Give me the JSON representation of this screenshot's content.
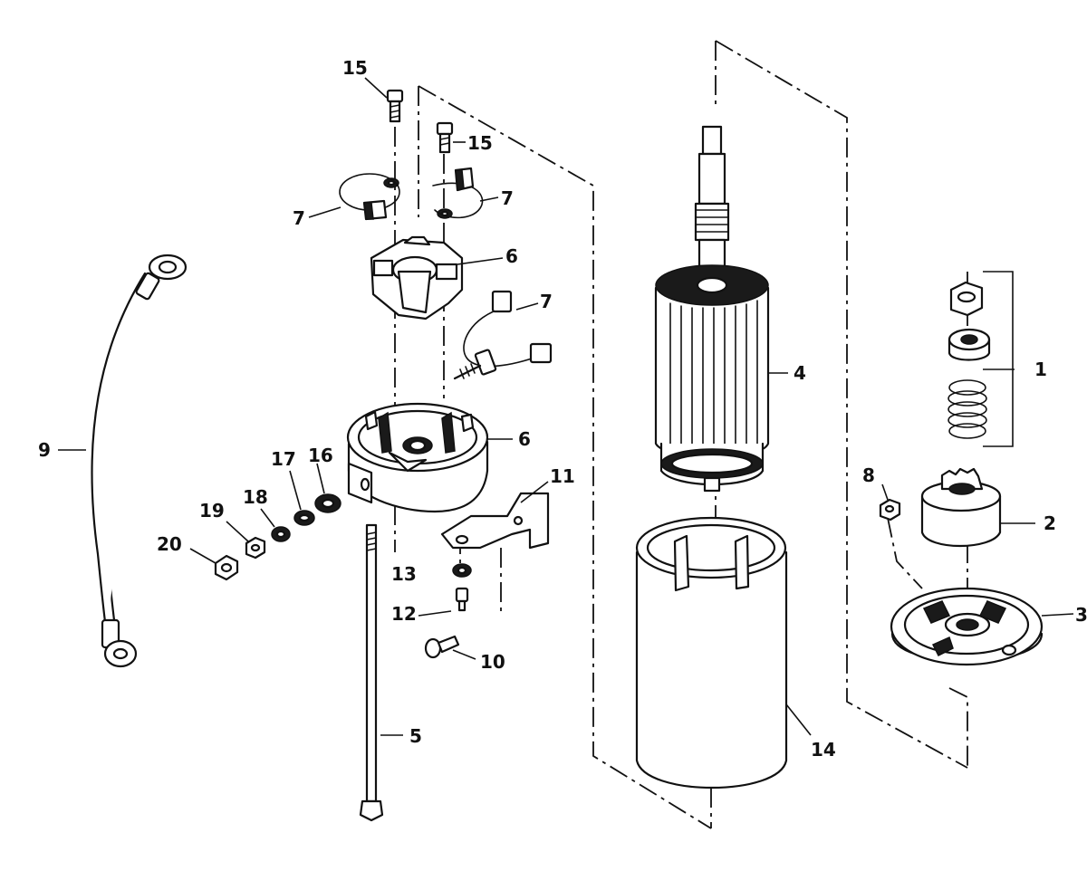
{
  "callouts": {
    "c1": "1",
    "c2": "2",
    "c3": "3",
    "c4": "4",
    "c5": "5",
    "c6a": "6",
    "c6b": "6",
    "c7a": "7",
    "c7b": "7",
    "c7c": "7",
    "c8": "8",
    "c9": "9",
    "c10": "10",
    "c11": "11",
    "c12": "12",
    "c13": "13",
    "c14": "14",
    "c15a": "15",
    "c15b": "15",
    "c16": "16",
    "c17": "17",
    "c18": "18",
    "c19": "19",
    "c20": "20"
  }
}
